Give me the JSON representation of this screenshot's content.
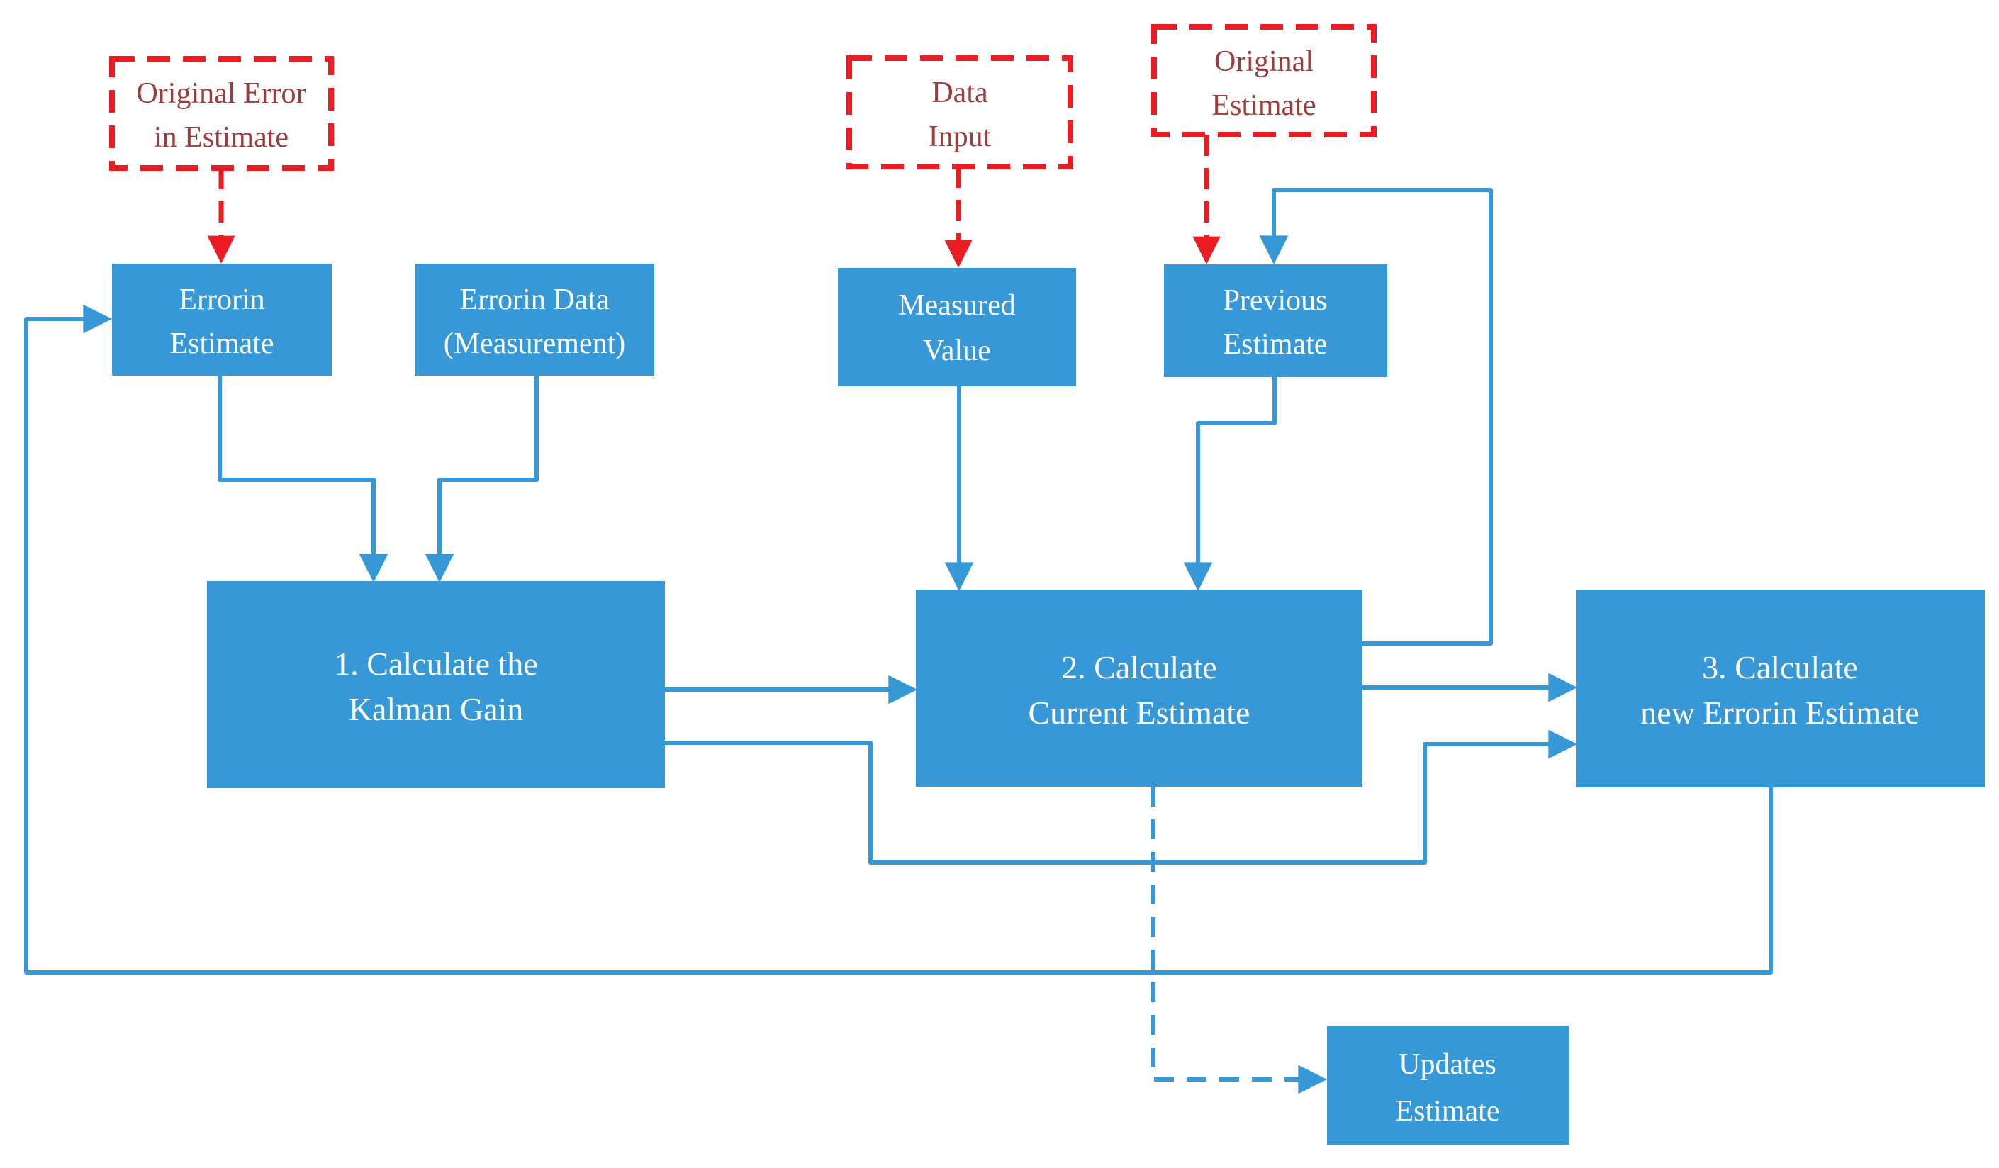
{
  "colors": {
    "box_fill": "#3798D8",
    "box_text": "#FFFFFF",
    "red_dashed": "#EC1C24",
    "red_text": "#9E3B3C",
    "connector": "#3798D8",
    "background": "#FFFFFF"
  },
  "nodes": {
    "original_error": {
      "line1": "Original Error",
      "line2": "in Estimate",
      "style": "red-dashed"
    },
    "data_input": {
      "line1": "Data",
      "line2": "Input",
      "style": "red-dashed"
    },
    "original_estimate": {
      "line1": "Original",
      "line2": "Estimate",
      "style": "red-dashed"
    },
    "error_in_estimate": {
      "line1": "Errorin",
      "line2": "Estimate",
      "style": "blue-solid"
    },
    "error_in_data": {
      "line1": "Errorin Data",
      "line2": "(Measurement)",
      "style": "blue-solid"
    },
    "measured_value": {
      "line1": "Measured",
      "line2": "Value",
      "style": "blue-solid"
    },
    "previous_estimate": {
      "line1": "Previous",
      "line2": "Estimate",
      "style": "blue-solid"
    },
    "calc_kalman_gain": {
      "line1": "1. Calculate the",
      "line2": "Kalman Gain",
      "style": "blue-solid"
    },
    "calc_current_estimate": {
      "line1": "2. Calculate",
      "line2": "Current Estimate",
      "style": "blue-solid"
    },
    "calc_new_error": {
      "line1": "3. Calculate",
      "line2": "new Errorin Estimate",
      "style": "blue-solid"
    },
    "updates_estimate": {
      "line1": "Updates",
      "line2": "Estimate",
      "style": "blue-solid"
    }
  }
}
